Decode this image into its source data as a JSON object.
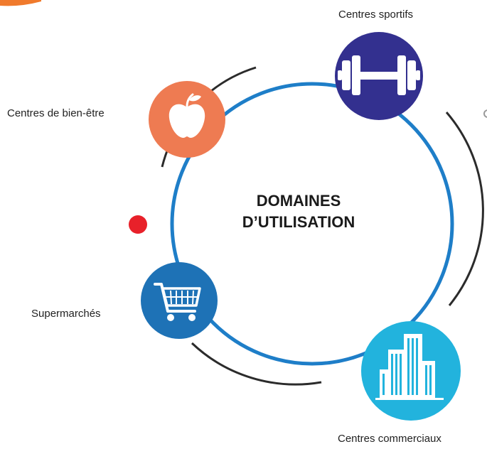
{
  "title": {
    "line1": "DOMAINES",
    "line2": "D’UTILISATION"
  },
  "nodes": [
    {
      "label": "Centres sportifs",
      "icon": "dumbbell-icon",
      "color": "#33308f"
    },
    {
      "label": "Centres de bien-être",
      "icon": "apple-icon",
      "color": "#ee7b52"
    },
    {
      "label": "Supermarchés",
      "icon": "shopping-cart-icon",
      "color": "#1e72b6"
    },
    {
      "label": "Centres commerciaux",
      "icon": "buildings-icon",
      "color": "#22b3dd"
    }
  ],
  "colors": {
    "ring": "#1e7ec8",
    "arc": "#2b2b2b",
    "accent_orange": "#f07a2c",
    "dot_red": "#e8212a"
  }
}
